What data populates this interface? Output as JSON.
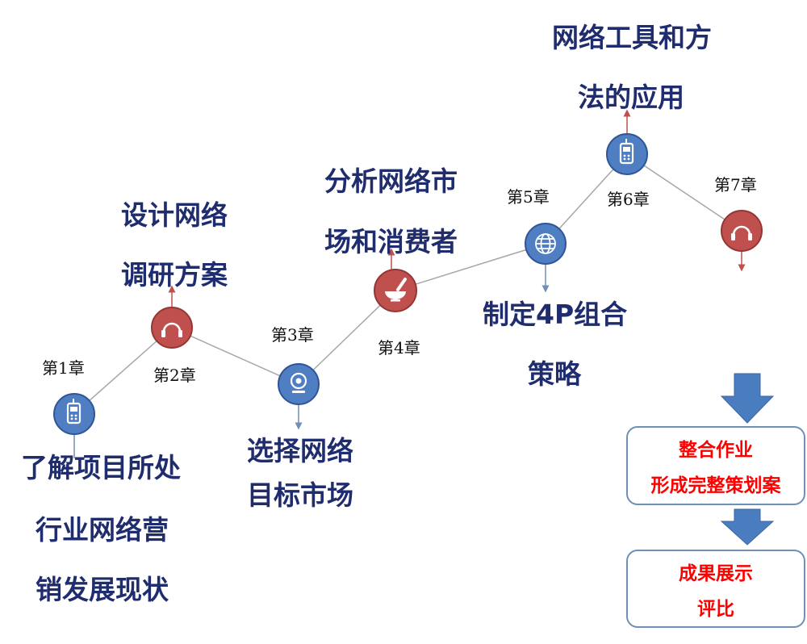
{
  "chapters": [
    {
      "label": "第1章",
      "icon": "mobile-phone-icon",
      "color": "#4f7ec2"
    },
    {
      "label": "第2章",
      "icon": "headphones-icon",
      "color": "#c0504d"
    },
    {
      "label": "第3章",
      "icon": "webcam-icon",
      "color": "#4f7ec2"
    },
    {
      "label": "第4章",
      "icon": "mortar-bowl-icon",
      "color": "#c0504d"
    },
    {
      "label": "第5章",
      "icon": "globe-icon",
      "color": "#4f7ec2"
    },
    {
      "label": "第6章",
      "icon": "mobile-phone-icon",
      "color": "#4f7ec2"
    },
    {
      "label": "第7章",
      "icon": "headphones-icon",
      "color": "#c0504d"
    }
  ],
  "descriptions": {
    "ch1": [
      "了解项目所处",
      "行业网络营",
      "销发展现状"
    ],
    "ch2": [
      "设计网络",
      "调研方案"
    ],
    "ch3": [
      "选择网络",
      "目标市场"
    ],
    "ch4": [
      "分析网络市",
      "场和消费者"
    ],
    "ch5": [
      "制定4P组合",
      "策略"
    ],
    "ch6": [
      "网络工具和方",
      "法的应用"
    ]
  },
  "outcomes": [
    {
      "lines": [
        "整合作业",
        "形成完整策划案"
      ]
    },
    {
      "lines": [
        "成果展示",
        "评比"
      ]
    }
  ],
  "colors": {
    "text_dark": "#1f2d6e",
    "outcome_text": "#ff0000",
    "node_blue": "#4f7ec2",
    "node_red": "#c0504d",
    "arrow_blue": "#4a7cc0"
  }
}
